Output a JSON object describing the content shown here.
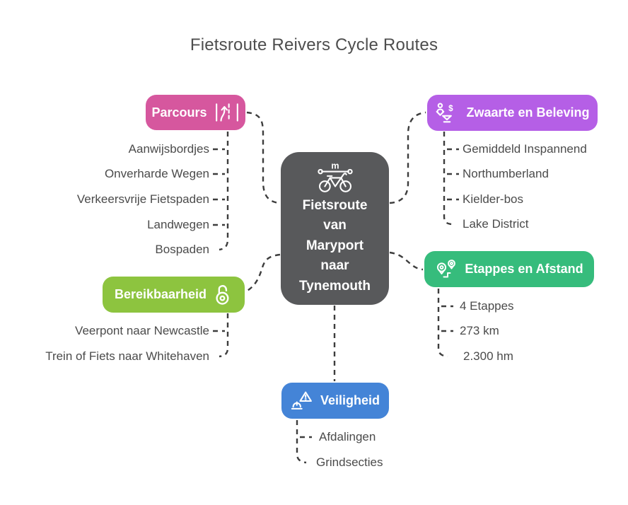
{
  "title": "Fietsroute Reivers Cycle Routes",
  "center": {
    "label": "Fietsroute van Maryport naar Tynemouth",
    "lines": [
      "Fietsroute",
      "van",
      "Maryport",
      "naar",
      "Tynemouth"
    ],
    "icon": "bicycle-route-icon",
    "color": "#58595b"
  },
  "branches": {
    "parcours": {
      "label": "Parcours",
      "icon": "road-lanes-icon",
      "color": "#d6579e",
      "items": [
        "Aanwijsbordjes",
        "Onverharde Wegen",
        "Verkeersvrije Fietspaden",
        "Landwegen",
        "Bospaden"
      ]
    },
    "zwaarte": {
      "label": "Zwaarte en Beleving",
      "icon": "balance-scale-icon",
      "color": "#b55fe6",
      "items": [
        "Gemiddeld Inspannend",
        "Northumberland",
        "Kielder-bos",
        "Lake District"
      ]
    },
    "bereikbaarheid": {
      "label": "Bereikbaarheid",
      "icon": "open-lock-icon",
      "color": "#8dc43f",
      "items": [
        "Veerpont naar Newcastle",
        "Trein of Fiets naar Whitehaven"
      ]
    },
    "etappes": {
      "label": "Etappes en Afstand",
      "icon": "route-pins-icon",
      "color": "#36bc7c",
      "items": [
        "4 Etappes",
        "273 km",
        "2.300 hm"
      ]
    },
    "veiligheid": {
      "label": "Veiligheid",
      "icon": "helmet-warning-icon",
      "color": "#4484d7",
      "items": [
        "Afdalingen",
        "Grindsecties"
      ]
    }
  },
  "colors": {
    "connector": "#3d3d3d",
    "item_text": "#4b4b4b",
    "title_text": "#4e4e4e",
    "background": "#ffffff"
  }
}
